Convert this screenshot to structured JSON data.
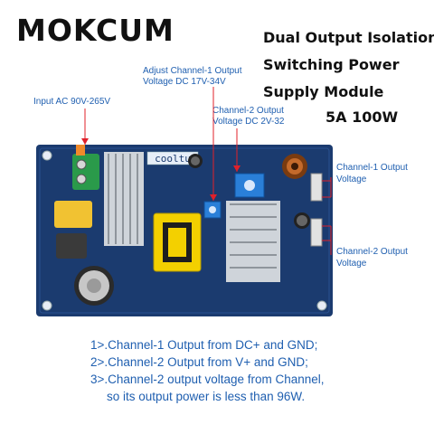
{
  "brand": "MOKCUM",
  "title": {
    "line1": "Dual Output Isolation",
    "line2": "Switching Power",
    "line3": "Supply Module",
    "line4": "5A 100W"
  },
  "annotations": {
    "input_ac": "Input AC 90V-265V",
    "adjust_ch1_l1": "Adjust Channel-1 Output",
    "adjust_ch1_l2": "Voltage DC 17V-34V",
    "ch2_voltage_l1": "Channel-2 Output",
    "ch2_voltage_l2": "Voltage DC 2V-32",
    "ch1_out_l1": "Channel-1 Output",
    "ch1_out_l2": "Voltage",
    "ch2_out_l1": "Channel-2 Output",
    "ch2_out_l2": "Voltage"
  },
  "board": {
    "label": "cooltu"
  },
  "notes": [
    "1>.Channel-1 Output from DC+ and GND;",
    "2>.Channel-2 Output from V+ and GND;",
    "3>.Channel-2 output voltage from Channel,",
    "so its output power is less than 96W."
  ],
  "colors": {
    "pcb": "#1b3b6f",
    "annotation": "#1f5fb0",
    "pointer": "#e0202a"
  }
}
